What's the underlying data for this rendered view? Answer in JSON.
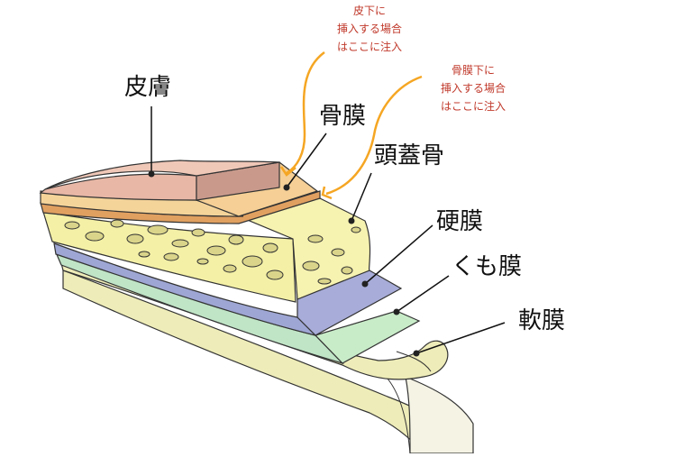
{
  "labels": {
    "skin": "皮膚",
    "periosteum": "骨膜",
    "skull": "頭蓋骨",
    "dura": "硬膜",
    "arachnoid": "くも膜",
    "pia": "軟膜"
  },
  "notes": {
    "subcutaneous": [
      "皮下に",
      "挿入する場合",
      "はここに注入"
    ],
    "subperiosteal": [
      "骨膜下に",
      "挿入する場合",
      "はここに注入"
    ]
  },
  "colors": {
    "skin": "#e8b7a6",
    "periosteum": "#f1c98f",
    "skull": "#f4f0a6",
    "dura": "#9ea6d4",
    "arachnoid": "#bfe4c6",
    "pia": "#eeecb8",
    "arrow": "#f5a623",
    "note": "#c0392b"
  }
}
